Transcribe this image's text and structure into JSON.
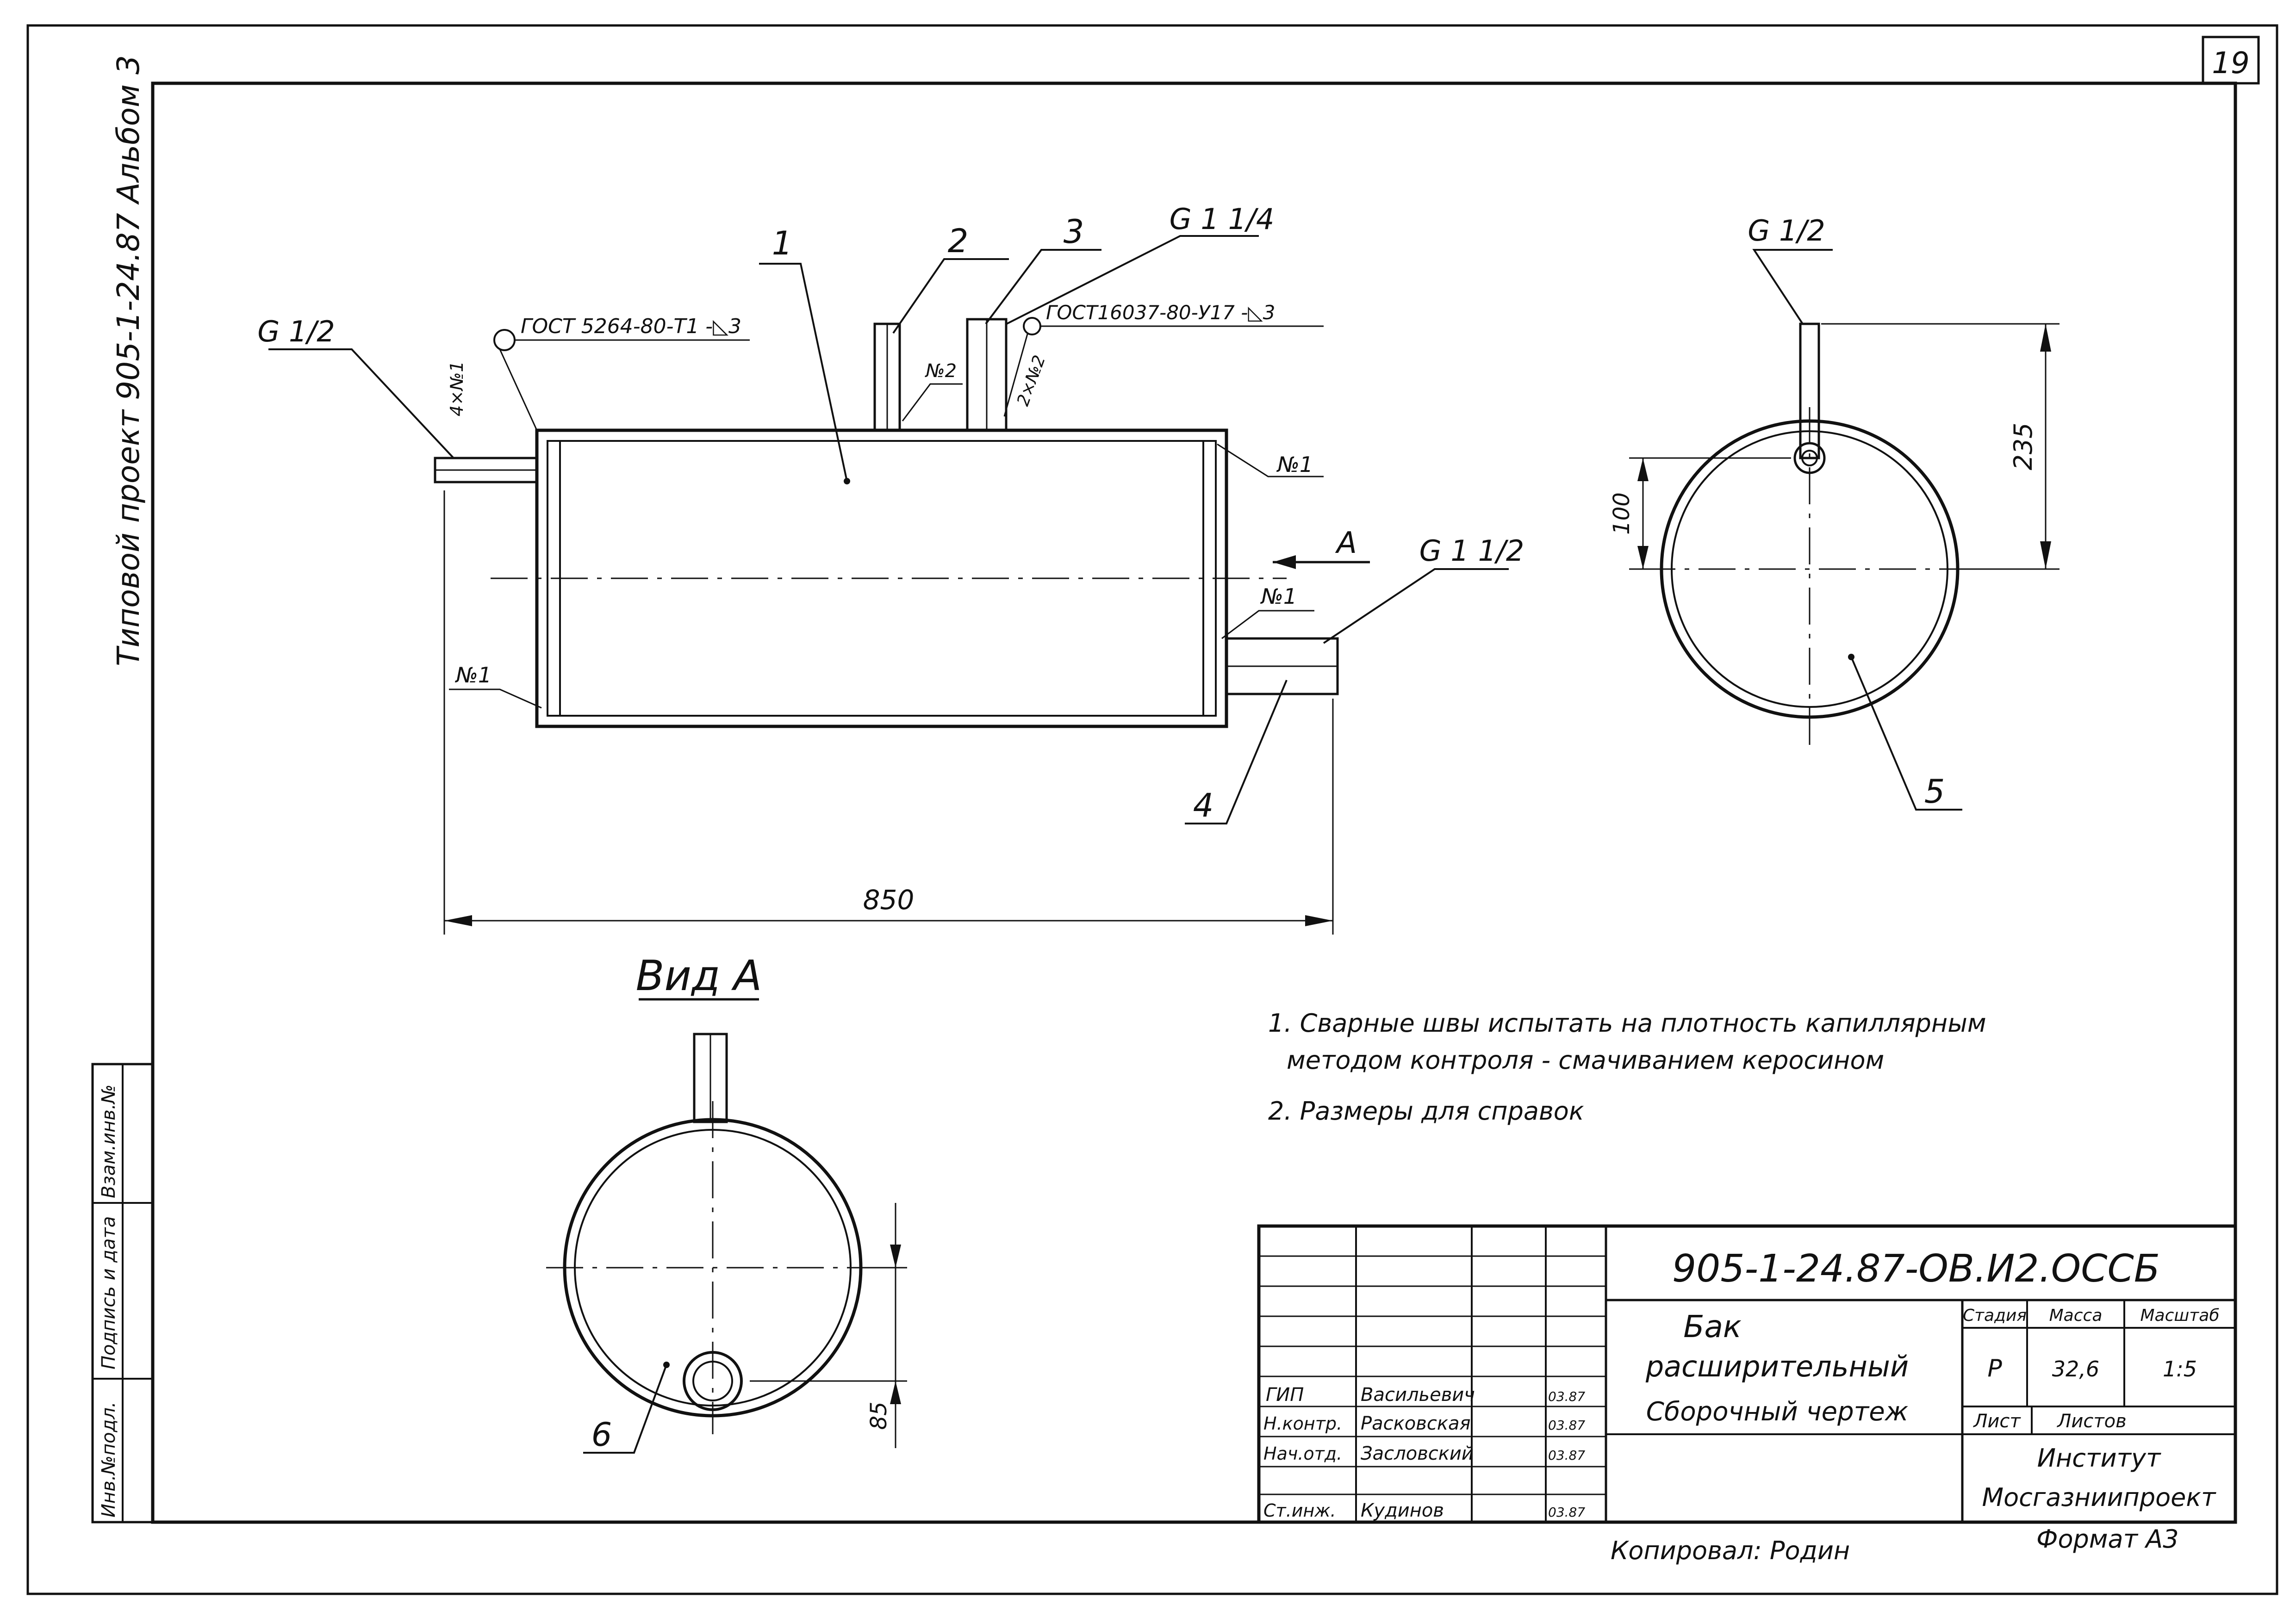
{
  "sheet": {
    "number": "19",
    "side_label": "Типовой проект 905-1-24.87 Альбом 3"
  },
  "margin_stamp": {
    "labels": [
      "Инв.№подл.",
      "Подпись и дата",
      "Взам.инв.№"
    ]
  },
  "drawing": {
    "leaders": {
      "pos1": "1",
      "pos2": "2",
      "pos3": "3",
      "pos4": "4",
      "pos5": "5",
      "pos6": "6",
      "thread_top_left": "G 1/2",
      "thread_top_right": "G 1 1/4",
      "thread_right_bottom": "G 1 1/2",
      "thread_side_view": "G 1/2"
    },
    "welds": {
      "std_left": "ГОСТ 5264-80-Т1 -◺3",
      "std_right": "ГОСТ16037-80-У17 -◺3",
      "no1": "№1",
      "no2": "№2",
      "no1_sides": "4×№1",
      "no2_sides": "2×№2"
    },
    "view_arrow": "A",
    "view_title": "Вид А",
    "dimensions": {
      "length": "850",
      "height_side": "235",
      "height_small": "100",
      "bottom_offset": "85"
    }
  },
  "notes": [
    "1. Сварные швы испытать на плотность капиллярным",
    "методом контроля - смачиванием керосином",
    "2. Размеры для справок"
  ],
  "title_block": {
    "code": "905-1-24.87-ОВ.И2.ОССБ",
    "name_line1": "Бак",
    "name_line2": "расширительный",
    "name_line3": "Сборочный чертеж",
    "col_headers": [
      "Стадия",
      "Масса",
      "Масштаб"
    ],
    "stage": "Р",
    "mass": "32,6",
    "scale": "1:5",
    "sheet_label": "Лист",
    "sheets_label": "Листов",
    "org_line1": "Институт",
    "org_line2": "Мосгазниипроект",
    "signatures": [
      {
        "role": "ГИП",
        "name": "Васильевич",
        "date": "03.87"
      },
      {
        "role": "Н.контр.",
        "name": "Расковская",
        "date": "03.87"
      },
      {
        "role": "Нач.отд.",
        "name": "Засловский",
        "date": "03.87"
      },
      {
        "role": "Ст.инж.",
        "name": "Кудинов",
        "date": "03.87"
      }
    ]
  },
  "footer": {
    "copied": "Копировал: Родин",
    "format": "Формат А3"
  }
}
